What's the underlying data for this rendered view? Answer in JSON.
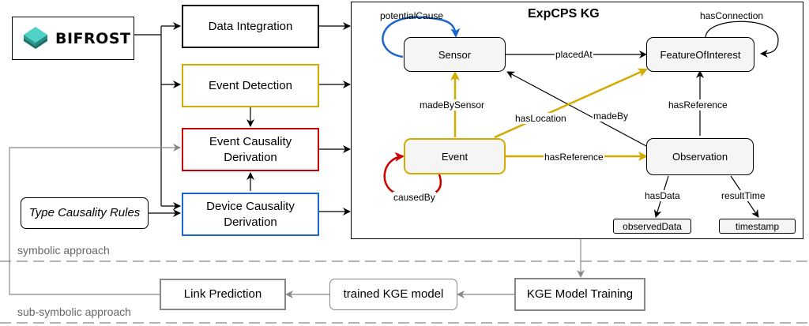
{
  "logo": {
    "text": "BIFROST"
  },
  "pipeline": {
    "data_integration": "Data Integration",
    "event_detection": "Event Detection",
    "event_causality": "Event Causality Derivation",
    "device_causality": "Device Causality Derivation",
    "type_rules": "Type Causality Rules"
  },
  "kg": {
    "title": "ExpCPS KG",
    "nodes": {
      "sensor": "Sensor",
      "foi": "FeatureOfInterest",
      "event": "Event",
      "observation": "Observation",
      "observed_data": "observedData",
      "timestamp": "timestamp"
    },
    "edges": {
      "potential_cause": "potentialCause",
      "has_connection": "hasConnection",
      "placed_at": "placedAt",
      "made_by_sensor": "madeBySensor",
      "has_location": "hasLocation",
      "made_by": "madeBy",
      "has_reference_obs_foi": "hasReference",
      "has_reference_event_obs": "hasReference",
      "caused_by": "causedBy",
      "has_data": "hasData",
      "result_time": "resultTime"
    }
  },
  "approaches": {
    "symbolic": "symbolic approach",
    "sub_symbolic": "sub-symbolic approach"
  },
  "sub_symbolic": {
    "link_prediction": "Link Prediction",
    "trained_model": "trained KGE model",
    "training": "KGE Model Training"
  },
  "colors": {
    "event_detection": "#d4aa00",
    "event_causality": "#cc0000",
    "device_causality": "#1a66cc",
    "potential_cause_loop": "#1a66cc",
    "caused_by_loop": "#cc0000",
    "gray": "#888888"
  }
}
